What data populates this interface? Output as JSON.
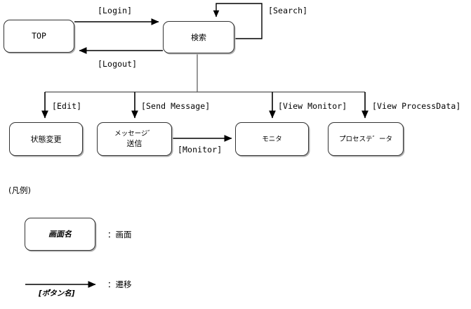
{
  "diagram": {
    "title_text": "(凡例)",
    "nodes": [
      {
        "id": "top",
        "label": "TOP"
      },
      {
        "id": "search",
        "label": "検索"
      },
      {
        "id": "statechg",
        "label": "状態変更"
      },
      {
        "id": "sendmsg",
        "label": "メッセージ\u0000送信"
      },
      {
        "id": "monitor",
        "label": "モニタ"
      },
      {
        "id": "processdata",
        "label": "プロセスデータ"
      }
    ],
    "node_labels": {
      "top": "TOP",
      "search": "検索",
      "statechg": "状態変更",
      "sendmsg_line1": "メッセージ゛",
      "sendmsg_line2": "送信",
      "monitor": "モニタ",
      "processdata": "プ゚ロセステ゛ータ"
    },
    "transitions": [
      {
        "id": "login",
        "label": "[Login]"
      },
      {
        "id": "logout",
        "label": "[Logout]"
      },
      {
        "id": "search-self",
        "label": "[Search]"
      },
      {
        "id": "edit",
        "label": "[Edit]"
      },
      {
        "id": "sendmessage",
        "label": "[Send Message]"
      },
      {
        "id": "monitor-tr",
        "label": "[Monitor]"
      },
      {
        "id": "viewmonitor",
        "label": "[View Monitor]"
      },
      {
        "id": "viewprocess",
        "label": "[View ProcessData]"
      }
    ],
    "transition_labels": {
      "login": "[Login]",
      "logout": "[Logout]",
      "search_self": "[Search]",
      "edit": "[Edit]",
      "send_message": "[Send Message]",
      "monitor": "[Monitor]",
      "view_monitor": "[View Monitor]",
      "view_processdata": "[View ProcessData]"
    },
    "legend": {
      "heading": "(凡例)",
      "screen_box_label": "画面名",
      "screen_meaning": "：画面",
      "transition_button_label": "[ボ゚タン名]",
      "transition_meaning": "：遷移"
    },
    "colors": {
      "line": "#000000",
      "node_border": "#333333",
      "node_shadow": "#b0b0b0",
      "background": "#ffffff",
      "text": "#000000"
    }
  }
}
